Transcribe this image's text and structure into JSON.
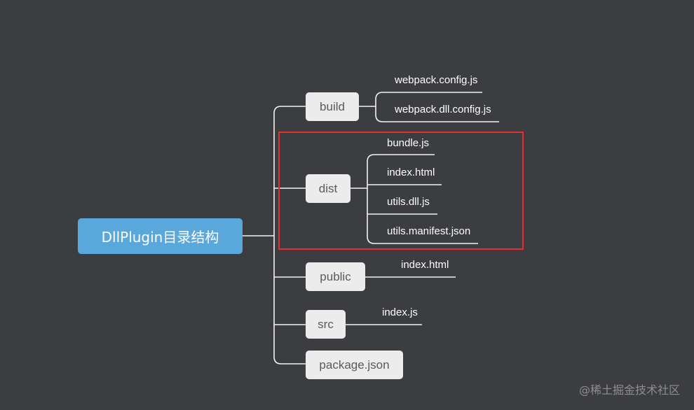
{
  "root": {
    "label": "DllPlugin目录结构"
  },
  "branches": {
    "build": {
      "label": "build",
      "children": [
        "webpack.config.js",
        "webpack.dll.config.js"
      ]
    },
    "dist": {
      "label": "dist",
      "children": [
        "bundle.js",
        "index.html",
        "utils.dll.js",
        "utils.manifest.json"
      ]
    },
    "public": {
      "label": "public",
      "children": [
        "index.html"
      ]
    },
    "src": {
      "label": "src",
      "children": [
        "index.js"
      ]
    },
    "package": {
      "label": "package.json",
      "children": []
    }
  },
  "watermark": "@稀土掘金技术社区",
  "colors": {
    "background": "#3c3d41",
    "root": "#5aa7db",
    "branch": "#ececec",
    "highlight": "#e0302f"
  }
}
